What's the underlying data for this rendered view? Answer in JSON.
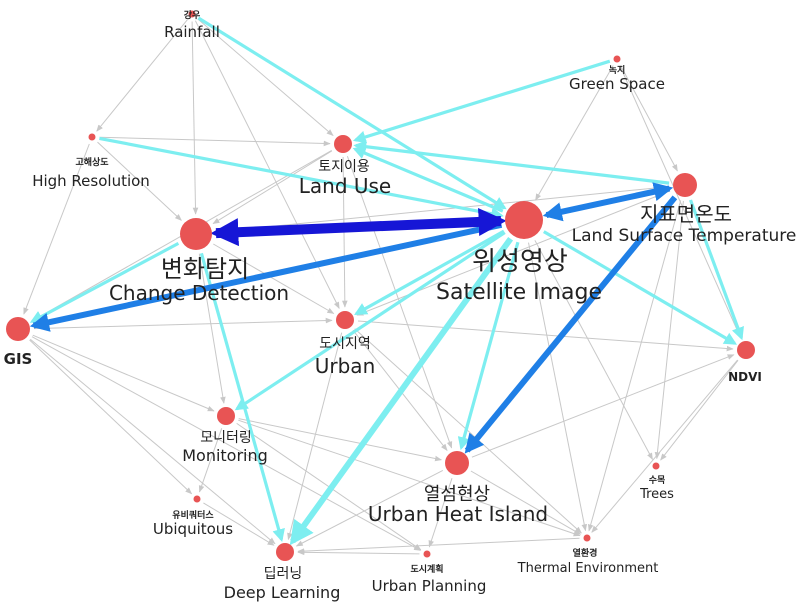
{
  "colors": {
    "node": "#e85454",
    "thin_edge": "#c8c8c8",
    "cyan_edge": "#7deef0",
    "blue_edge": "#1f7fe6",
    "dark_blue_edge": "#1616d6",
    "label": "#222222"
  },
  "nodes": [
    {
      "id": "rainfall",
      "ko": "강우",
      "en": "Rainfall",
      "size": "tiny"
    },
    {
      "id": "green_space",
      "ko": "녹지",
      "en": "Green Space",
      "size": "tiny"
    },
    {
      "id": "high_resolution",
      "ko": "고해상도",
      "en": "High Resolution",
      "size": "tiny"
    },
    {
      "id": "land_use",
      "ko": "토지이용",
      "en": "Land Use",
      "size": "medium"
    },
    {
      "id": "lst",
      "ko": "지표면온도",
      "en": "Land Surface Temperature",
      "size": "large"
    },
    {
      "id": "change_detection",
      "ko": "변화탐지",
      "en": "Change Detection",
      "size": "large"
    },
    {
      "id": "satellite_image",
      "ko": "위성영상",
      "en": "Satellite Image",
      "size": "xlarge"
    },
    {
      "id": "gis",
      "ko": "",
      "en": "GIS",
      "size": "large"
    },
    {
      "id": "urban",
      "ko": "도시지역",
      "en": "Urban",
      "size": "medium"
    },
    {
      "id": "ndvi",
      "ko": "",
      "en": "NDVI",
      "size": "medium"
    },
    {
      "id": "monitoring",
      "ko": "모니터링",
      "en": "Monitoring",
      "size": "medium"
    },
    {
      "id": "urban_heat_island",
      "ko": "열섬현상",
      "en": "Urban Heat Island",
      "size": "large"
    },
    {
      "id": "trees",
      "ko": "수목",
      "en": "Trees",
      "size": "tiny"
    },
    {
      "id": "ubiquitous",
      "ko": "유비쿼터스",
      "en": "Ubiquitous",
      "size": "tiny"
    },
    {
      "id": "deep_learning",
      "ko": "딥러닝",
      "en": "Deep Learning",
      "size": "medium"
    },
    {
      "id": "urban_planning",
      "ko": "도시계획",
      "en": "Urban Planning",
      "size": "tiny"
    },
    {
      "id": "thermal_environment",
      "ko": "열환경",
      "en": "Thermal Environment",
      "size": "tiny"
    }
  ],
  "edges": [
    {
      "from": "change_detection",
      "to": "satellite_image",
      "kind": "dark",
      "bidir": true
    },
    {
      "from": "satellite_image",
      "to": "gis",
      "kind": "blue"
    },
    {
      "from": "lst",
      "to": "satellite_image",
      "kind": "blue",
      "bidir": true
    },
    {
      "from": "lst",
      "to": "urban_heat_island",
      "kind": "blue"
    },
    {
      "from": "satellite_image",
      "to": "deep_learning",
      "kind": "cyan_thick"
    },
    {
      "from": "rainfall",
      "to": "satellite_image",
      "kind": "cyan"
    },
    {
      "from": "green_space",
      "to": "land_use",
      "kind": "cyan"
    },
    {
      "from": "satellite_image",
      "to": "land_use",
      "kind": "cyan"
    },
    {
      "from": "lst",
      "to": "land_use",
      "kind": "cyan"
    },
    {
      "from": "high_resolution",
      "to": "satellite_image",
      "kind": "cyan"
    },
    {
      "from": "satellite_image",
      "to": "ndvi",
      "kind": "cyan"
    },
    {
      "from": "lst",
      "to": "ndvi",
      "kind": "cyan"
    },
    {
      "from": "satellite_image",
      "to": "urban",
      "kind": "cyan"
    },
    {
      "from": "satellite_image",
      "to": "monitoring",
      "kind": "cyan"
    },
    {
      "from": "change_detection",
      "to": "deep_learning",
      "kind": "cyan"
    },
    {
      "from": "change_detection",
      "to": "gis",
      "kind": "cyan"
    },
    {
      "from": "satellite_image",
      "to": "urban_heat_island",
      "kind": "cyan"
    },
    {
      "from": "rainfall",
      "to": "high_resolution",
      "kind": "thin"
    },
    {
      "from": "rainfall",
      "to": "land_use",
      "kind": "thin"
    },
    {
      "from": "rainfall",
      "to": "change_detection",
      "kind": "thin"
    },
    {
      "from": "rainfall",
      "to": "urban",
      "kind": "thin"
    },
    {
      "from": "green_space",
      "to": "satellite_image",
      "kind": "thin"
    },
    {
      "from": "green_space",
      "to": "lst",
      "kind": "thin"
    },
    {
      "from": "green_space",
      "to": "ndvi",
      "kind": "thin"
    },
    {
      "from": "high_resolution",
      "to": "land_use",
      "kind": "thin"
    },
    {
      "from": "high_resolution",
      "to": "gis",
      "kind": "thin"
    },
    {
      "from": "high_resolution",
      "to": "change_detection",
      "kind": "thin"
    },
    {
      "from": "land_use",
      "to": "change_detection",
      "kind": "thin"
    },
    {
      "from": "land_use",
      "to": "urban",
      "kind": "thin"
    },
    {
      "from": "land_use",
      "to": "urban_heat_island",
      "kind": "thin"
    },
    {
      "from": "land_use",
      "to": "gis",
      "kind": "thin"
    },
    {
      "from": "change_detection",
      "to": "monitoring",
      "kind": "thin"
    },
    {
      "from": "change_detection",
      "to": "urban",
      "kind": "thin"
    },
    {
      "from": "gis",
      "to": "urban",
      "kind": "thin"
    },
    {
      "from": "gis",
      "to": "monitoring",
      "kind": "thin"
    },
    {
      "from": "gis",
      "to": "ubiquitous",
      "kind": "thin"
    },
    {
      "from": "gis",
      "to": "deep_learning",
      "kind": "thin"
    },
    {
      "from": "gis",
      "to": "urban_planning",
      "kind": "thin"
    },
    {
      "from": "urban",
      "to": "urban_heat_island",
      "kind": "thin"
    },
    {
      "from": "urban",
      "to": "ndvi",
      "kind": "thin"
    },
    {
      "from": "urban",
      "to": "deep_learning",
      "kind": "thin"
    },
    {
      "from": "urban",
      "to": "thermal_environment",
      "kind": "thin"
    },
    {
      "from": "monitoring",
      "to": "urban_heat_island",
      "kind": "thin"
    },
    {
      "from": "monitoring",
      "to": "ubiquitous",
      "kind": "thin"
    },
    {
      "from": "monitoring",
      "to": "urban_planning",
      "kind": "thin"
    },
    {
      "from": "monitoring",
      "to": "thermal_environment",
      "kind": "thin"
    },
    {
      "from": "urban_heat_island",
      "to": "ndvi",
      "kind": "thin"
    },
    {
      "from": "urban_heat_island",
      "to": "thermal_environment",
      "kind": "thin"
    },
    {
      "from": "urban_heat_island",
      "to": "urban_planning",
      "kind": "thin"
    },
    {
      "from": "urban_heat_island",
      "to": "deep_learning",
      "kind": "thin"
    },
    {
      "from": "ndvi",
      "to": "trees",
      "kind": "thin"
    },
    {
      "from": "ndvi",
      "to": "thermal_environment",
      "kind": "thin"
    },
    {
      "from": "lst",
      "to": "trees",
      "kind": "thin"
    },
    {
      "from": "lst",
      "to": "thermal_environment",
      "kind": "thin"
    },
    {
      "from": "satellite_image",
      "to": "trees",
      "kind": "thin"
    },
    {
      "from": "satellite_image",
      "to": "thermal_environment",
      "kind": "thin"
    },
    {
      "from": "thermal_environment",
      "to": "deep_learning",
      "kind": "thin"
    },
    {
      "from": "urban_planning",
      "to": "deep_learning",
      "kind": "thin"
    },
    {
      "from": "ubiquitous",
      "to": "deep_learning",
      "kind": "thin"
    },
    {
      "from": "lst",
      "to": "urban",
      "kind": "thin"
    },
    {
      "from": "lst",
      "to": "change_detection",
      "kind": "thin"
    }
  ]
}
